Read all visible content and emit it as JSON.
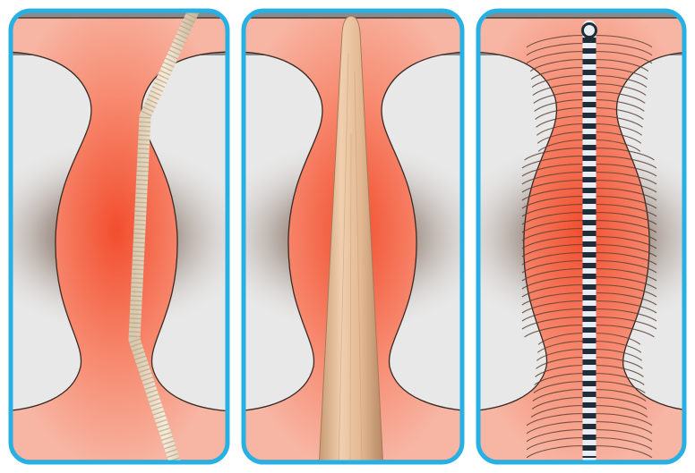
{
  "figure": {
    "panels": [
      {
        "id": "panel-1",
        "instrument": "twisted-fiber",
        "instrument_color": "#efe3cc"
      },
      {
        "id": "panel-2",
        "instrument": "tapered-wooden-probe",
        "instrument_color": "#ddb48f"
      },
      {
        "id": "panel-3",
        "instrument": "twisted-wire-brush",
        "instrument_color": "#1f2d3a"
      }
    ],
    "colors": {
      "frame": "#27b0e3",
      "background": "#e8e8e8",
      "top_bottom_band": "#8a8a8a",
      "channel": "#f5a893",
      "channel_center": "#f25a3c",
      "halo": "#5a4535",
      "outline": "#3a2a24"
    }
  }
}
